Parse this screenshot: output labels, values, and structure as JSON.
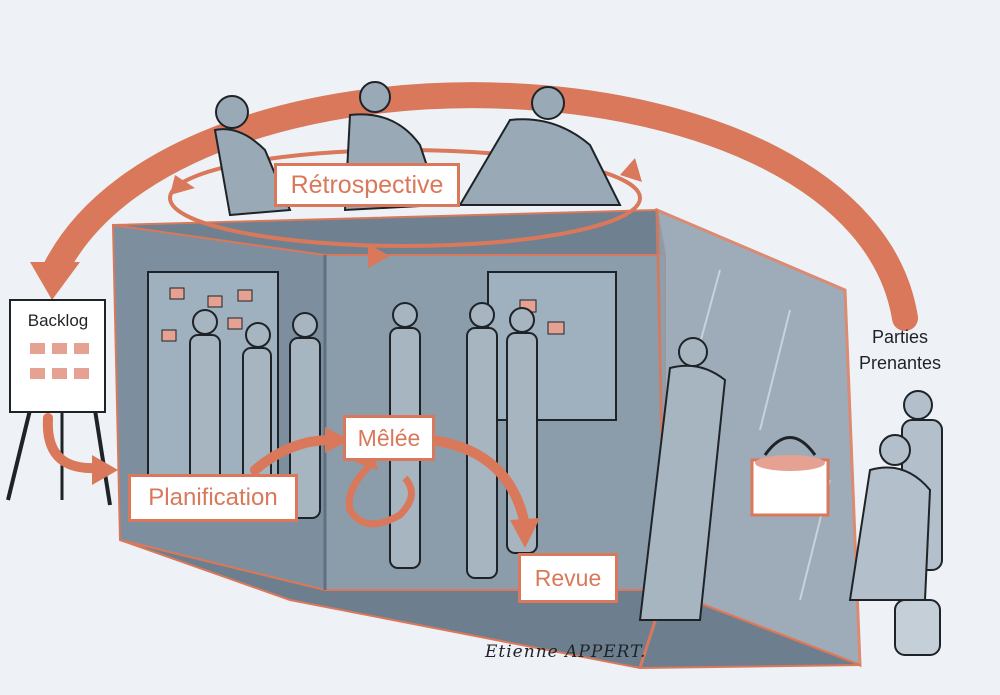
{
  "labels": {
    "retrospective": "Rétrospective",
    "backlog": "Backlog",
    "planning": "Planification",
    "scrum": "Mêlée",
    "review": "Revue",
    "stakeholders_line1": "Parties",
    "stakeholders_line2": "Prenantes"
  },
  "signature": "Etienne APPERT.",
  "colors": {
    "accent": "#d9785a",
    "room": "#7d8f9e",
    "room_dark": "#5f7080",
    "room_wall": "#8fa0ae",
    "ink": "#1e2328",
    "background": "#eef2f6",
    "sticky_note": "#e5a293"
  }
}
